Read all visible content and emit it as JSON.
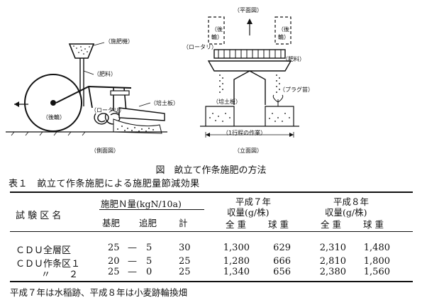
{
  "figure": {
    "side_view": {
      "labels": {
        "hopper": "施肥機",
        "fertilizer": "肥料",
        "rear_wheel": "後輪",
        "rotary": "ロータリ",
        "soil_plate": "培土板",
        "view_name": "側面図"
      }
    },
    "plan_views": {
      "top_title": "平面図",
      "rear_wheel_left": "後輪",
      "rear_wheel_right": "後輪",
      "rotary": "ロータリ",
      "fertilizer": "肥料",
      "soil_plate": "培土板",
      "plug_seedling": "プラグ苗",
      "row_span": "1行程の作業",
      "elevation_title": "立面図"
    },
    "caption": "図　畝立て作条施肥の方法"
  },
  "table": {
    "title": "表１　畝立て作条施肥による施肥量節減効果",
    "headers": {
      "plot": "試 験 区 名",
      "n_amount": "施肥Ｎ量(kgN/10a)",
      "basal": "基肥",
      "top": "追肥",
      "total": "計",
      "h7": "平成７年",
      "h7_yield": "収量(g/株)",
      "h8": "平成８年",
      "h8_yield": "収量(g/株)",
      "total_weight": "全 重",
      "bulb_weight": "球 重"
    },
    "rows": [
      {
        "name": "ＣＤＵ全層区",
        "basal": "25",
        "dash": "—",
        "top": "5",
        "total": "30",
        "h7_total": "1,300",
        "h7_bulb": "629",
        "h8_total": "2,310",
        "h8_bulb": "1,480"
      },
      {
        "name": "ＣＤＵ作条区１",
        "basal": "20",
        "dash": "—",
        "top": "5",
        "total": "25",
        "h7_total": "1,280",
        "h7_bulb": "666",
        "h8_total": "2,810",
        "h8_bulb": "1,800"
      },
      {
        "name": "〃　　２",
        "basal": "25",
        "dash": "—",
        "top": "0",
        "total": "25",
        "h7_total": "1,340",
        "h7_bulb": "656",
        "h8_total": "2,380",
        "h8_bulb": "1,560"
      }
    ],
    "note": "平成７年は水稲跡、平成８年は小麦跡輪換畑"
  }
}
